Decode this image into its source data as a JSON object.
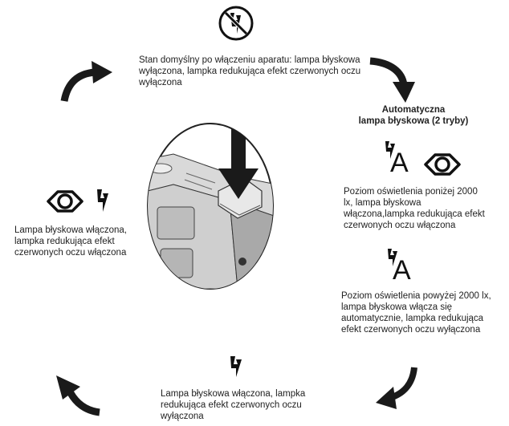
{
  "top_state": {
    "text": "Stan domyślny po włączeniu aparatu: lampa błyskowa wyłączona, lampka redukująca efekt czerwonych oczu wyłączona"
  },
  "auto_flash": {
    "title_line1": "Automatyczna",
    "title_line2": "lampa błyskowa (2 tryby)",
    "mode_with_eye_text": "Poziom oświetlenia poniżej 2000 lx, lampa błyskowa włączona,lampka redukująca efekt czerwonych oczu włączona",
    "mode_auto_text": "Poziom oświetlenia powyżej 2000 lx, lampa błyskowa włącza się automatycznie, lampka redukująca efekt czerwonych oczu wyłączona",
    "letter": "A"
  },
  "bottom_state": {
    "text": "Lampa błyskowa włączona, lampka redukująca efekt czerwonych oczu wyłączona"
  },
  "left_state": {
    "text": "Lampa błyskowa włączona, lampka redukująca efekt czerwonych oczu włączona"
  },
  "icons": {
    "flash_off": "flash-off-icon",
    "flash": "flash-icon",
    "red_eye": "red-eye-icon",
    "cycle_arrow": "curved-arrow-icon",
    "press_arrow": "press-arrow-icon",
    "camera": "camera-illustration"
  }
}
